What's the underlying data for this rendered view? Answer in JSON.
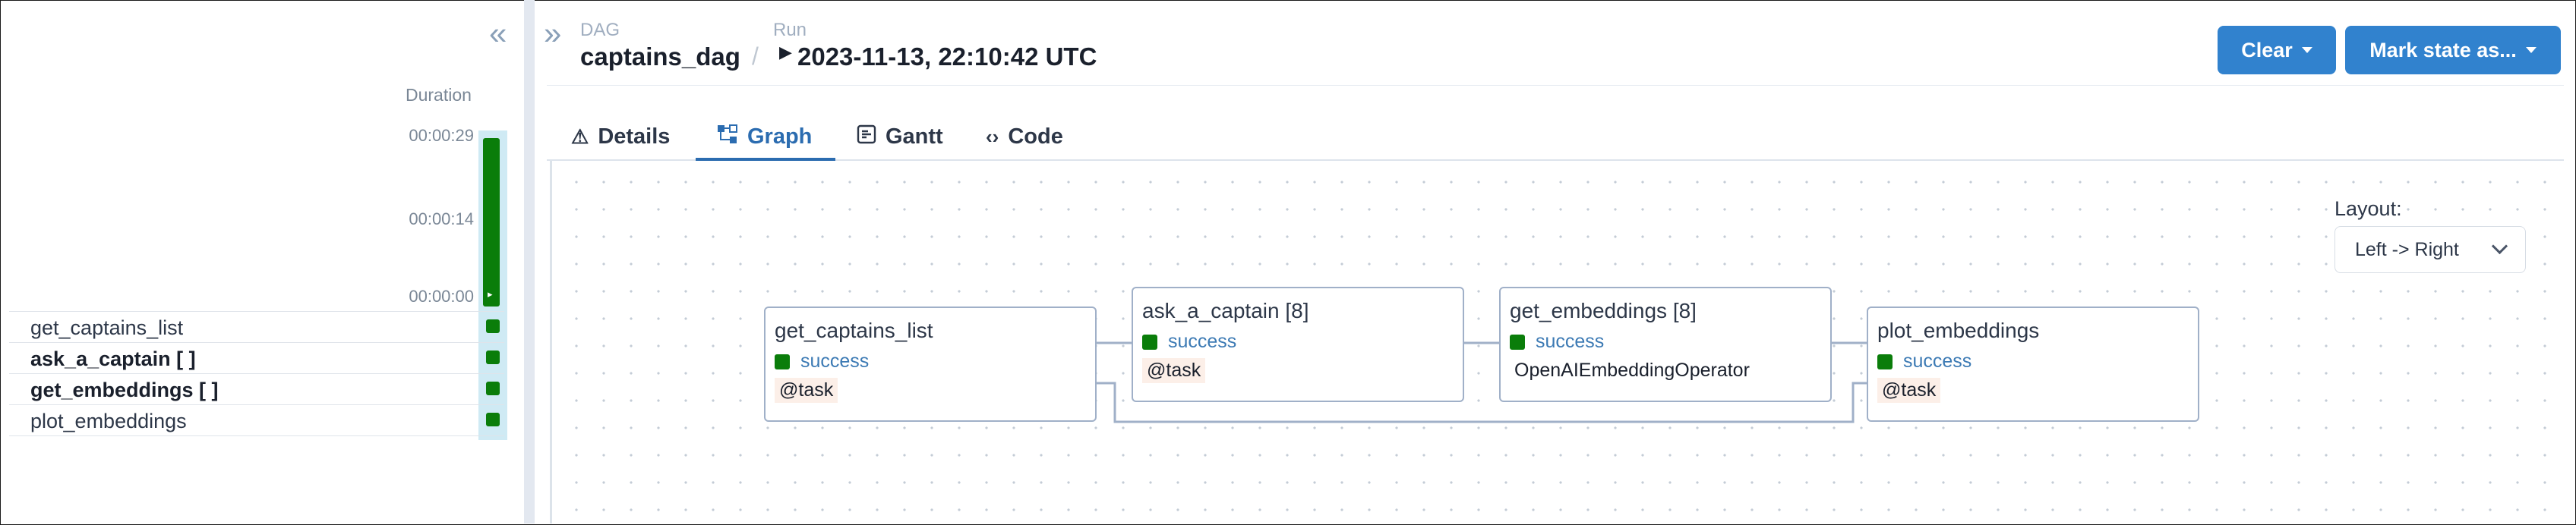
{
  "grid": {
    "duration_label": "Duration",
    "duration_ticks": [
      "00:00:29",
      "00:00:14",
      "00:00:00"
    ],
    "tasks": [
      {
        "name": "get_captains_list",
        "bold": false,
        "state": "success"
      },
      {
        "name": "ask_a_captain [ ]",
        "bold": true,
        "state": "success"
      },
      {
        "name": "get_embeddings [ ]",
        "bold": true,
        "state": "success"
      },
      {
        "name": "plot_embeddings",
        "bold": false,
        "state": "success"
      }
    ],
    "collapse_icon": "double-chevron-left-icon"
  },
  "header": {
    "dag_label": "DAG",
    "dag_name": "captains_dag",
    "run_label": "Run",
    "run_value": "2023-11-13, 22:10:42 UTC",
    "clear_label": "Clear",
    "mark_state_label": "Mark state as...",
    "expand_icon": "double-chevron-right-icon"
  },
  "tabs": [
    {
      "label": "Details",
      "icon": "warning-triangle-icon",
      "active": false
    },
    {
      "label": "Graph",
      "icon": "graph-icon",
      "active": true
    },
    {
      "label": "Gantt",
      "icon": "gantt-icon",
      "active": false
    },
    {
      "label": "Code",
      "icon": "code-icon",
      "active": false
    }
  ],
  "graph": {
    "layout_label": "Layout:",
    "layout_value": "Left -> Right",
    "nodes": [
      {
        "title": "get_captains_list",
        "status": "success",
        "operator": "@task"
      },
      {
        "title": "ask_a_captain [8]",
        "status": "success",
        "operator": "@task"
      },
      {
        "title": "get_embeddings [8]",
        "status": "success",
        "operator": "OpenAIEmbeddingOperator"
      },
      {
        "title": "plot_embeddings",
        "status": "success",
        "operator": "@task"
      }
    ]
  },
  "colors": {
    "success": "#0a7d0a",
    "primary_button": "#3182ce",
    "active_tab": "#2b6cb0",
    "status_text": "#3c7ab4"
  }
}
